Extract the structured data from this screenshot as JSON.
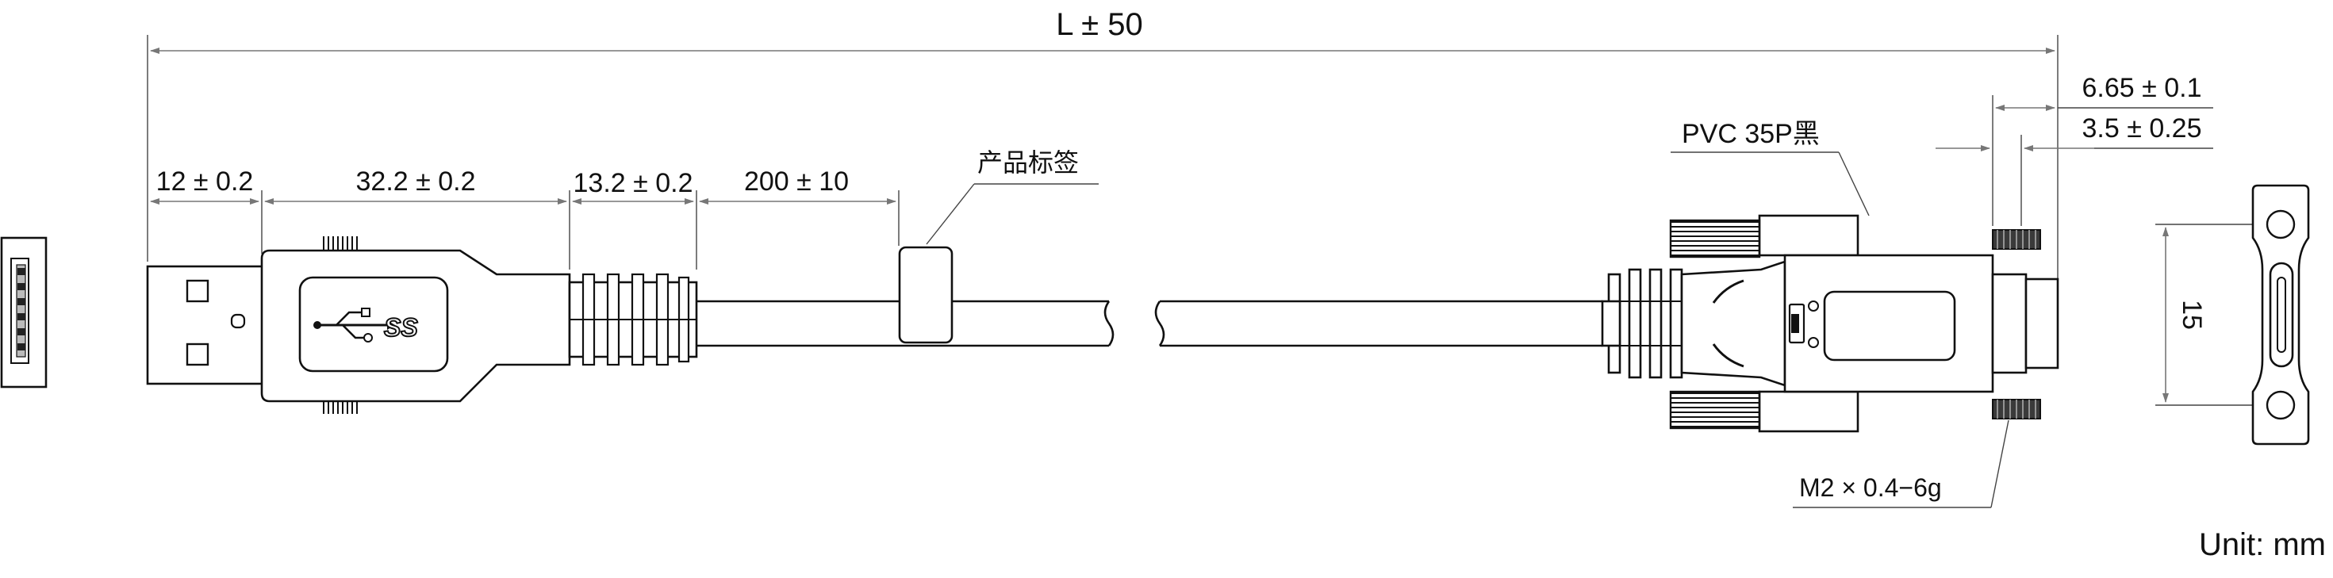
{
  "dimensions": {
    "overall_length": "L ± 50",
    "usb_tip": "12 ± 0.2",
    "usb_body": "32.2 ± 0.2",
    "strain_relief": "13.2 ± 0.2",
    "label_offset": "200 ± 10",
    "connector_width": "6.65 ± 0.1",
    "screw_offset": "3.5 ± 0.25",
    "screw_pitch": "15"
  },
  "callouts": {
    "label": "产品标签",
    "cable": "PVC 35P黑",
    "screw": "M2 × 0.4−6g"
  },
  "units": "Unit: mm",
  "icons": {
    "usb_logo": "usb-superspeed-icon"
  }
}
